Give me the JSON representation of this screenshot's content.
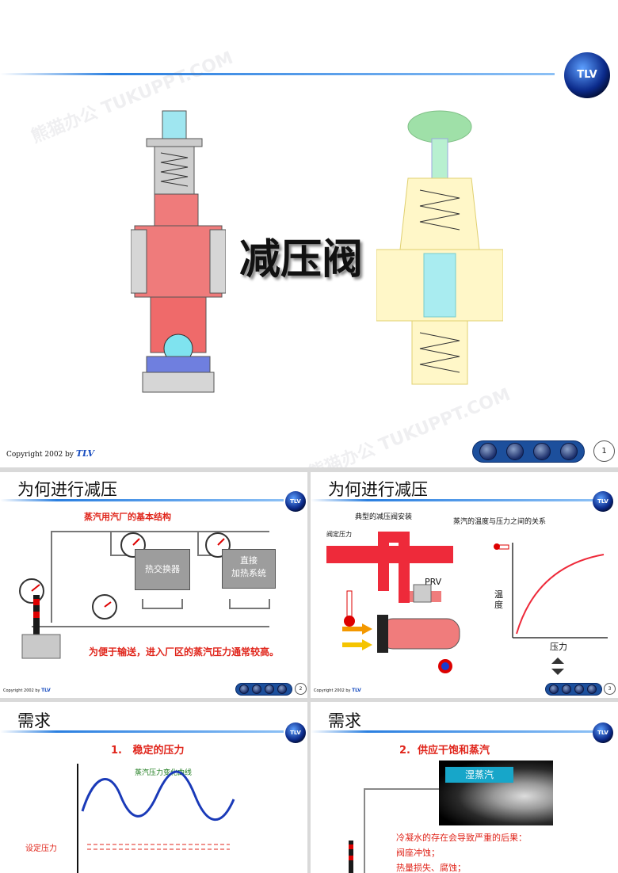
{
  "slide1": {
    "title": "减压阀",
    "copyright": "Copyright 2002 by",
    "brand": "TLV",
    "page": "1",
    "logo_text": "TLV"
  },
  "slide2": {
    "title": "为何进行减压",
    "diagram_title": "蒸汽用汽厂的基本结构",
    "heat_exchanger": "热交换器",
    "direct_heating_line1": "直接",
    "direct_heating_line2": "加热系统",
    "note": "为便于输送，进入厂区的蒸汽压力通常较高。",
    "copyright": "Copyright 2002 by",
    "brand": "TLV",
    "page": "2",
    "logo_text": "TLV"
  },
  "slide3": {
    "title": "为何进行减压",
    "install_caption": "典型的减压阀安装",
    "pressure_label": "阀定压力",
    "prv_label": "PRV",
    "relation_caption": "蒸汽的温度与压力之间的关系",
    "y_axis": "温度",
    "x_axis": "压力",
    "copyright": "Copyright 2002 by",
    "brand": "TLV",
    "page": "3",
    "logo_text": "TLV"
  },
  "slide4": {
    "title": "需求",
    "heading": "1.   稳定的压力",
    "chart_caption": "蒸汽压力变化曲线",
    "set_pressure": "设定压力",
    "logo_text": "TLV"
  },
  "slide5": {
    "title": "需求",
    "heading": "2.  供应干饱和蒸汽",
    "wet_steam": "湿蒸汽",
    "line1": "冷凝水的存在会导致严重的后果：",
    "line2": "阀座冲蚀；",
    "line3": "热量损失、腐蚀；",
    "logo_text": "TLV"
  },
  "colors": {
    "accent_blue": "#1e6fd0",
    "title_red": "#e0251b",
    "steam_red": "#ee2a3a",
    "valve_cyan": "#7fe3ef"
  },
  "icons": [
    "home-icon",
    "menu-icon",
    "back-icon",
    "forward-icon"
  ]
}
